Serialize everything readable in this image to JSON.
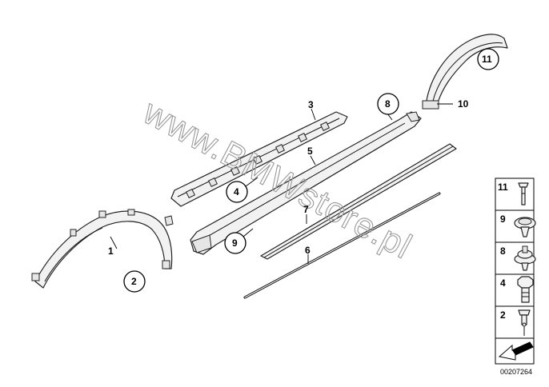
{
  "watermark": "www.BMWstore.pl",
  "image_number": "00207264",
  "callouts": {
    "p1": "1",
    "p2": "2",
    "p3": "3",
    "p4": "4",
    "p5": "5",
    "p6": "6",
    "p7": "7",
    "p8": "8",
    "p9": "9",
    "p10": "10",
    "p11": "11"
  },
  "legend": {
    "items": [
      {
        "number": "11",
        "icon": "push-rivet-icon"
      },
      {
        "number": "9",
        "icon": "clip-icon"
      },
      {
        "number": "8",
        "icon": "clip-with-seal-icon"
      },
      {
        "number": "4",
        "icon": "hex-bolt-icon"
      },
      {
        "number": "2",
        "icon": "expanding-rivet-icon"
      }
    ]
  }
}
